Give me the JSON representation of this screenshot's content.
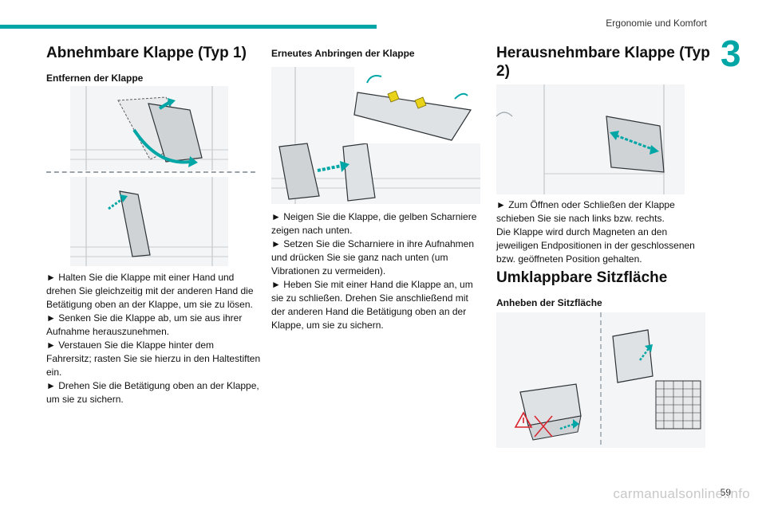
{
  "header": {
    "section_title": "Ergonomie und Komfort",
    "chapter_number": "3"
  },
  "col1": {
    "title": "Abnehmbare Klappe (Typ 1)",
    "subtitle": "Entfernen der Klappe",
    "steps": [
      "► Halten Sie die Klappe mit einer Hand und drehen Sie gleichzeitig mit der anderen Hand die Betätigung oben an der Klappe, um sie zu lösen.",
      "► Senken Sie die Klappe ab, um sie aus ihrer Aufnahme herauszunehmen.",
      "► Verstauen Sie die Klappe hinter dem Fahrersitz; rasten Sie sie hierzu in den Haltestiften ein.",
      "► Drehen Sie die Betätigung oben an der Klappe, um sie zu sichern."
    ]
  },
  "col2": {
    "subtitle": "Erneutes Anbringen der Klappe",
    "steps": [
      "► Neigen Sie die Klappe, die gelben Scharniere zeigen nach unten.",
      "► Setzen Sie die Scharniere in ihre Aufnahmen und drücken Sie sie ganz nach unten (um Vibrationen zu vermeiden).",
      "► Heben Sie mit einer Hand die Klappe an, um sie zu schließen. Drehen Sie anschließend mit der anderen Hand die Betätigung oben an der Klappe, um sie zu sichern."
    ]
  },
  "col3": {
    "title": "Herausnehmbare Klappe (Typ 2)",
    "steps": [
      "► Zum Öffnen oder Schließen der Klappe schieben Sie sie nach links bzw. rechts.",
      "Die Klappe wird durch Magneten an den jeweiligen Endpositionen in der geschlossenen bzw. geöffneten Position gehalten."
    ],
    "title2": "Umklappbare Sitzfläche",
    "subtitle2": "Anheben der Sitzfläche"
  },
  "footer": {
    "page_number": "59",
    "watermark": "carmanualsonline.info"
  },
  "colors": {
    "accent": "#00a6a6",
    "hinge_yellow": "#e8d21a",
    "warning_red": "#d9232e"
  },
  "icons": [
    "warning-triangle-icon",
    "arrow-icon"
  ]
}
